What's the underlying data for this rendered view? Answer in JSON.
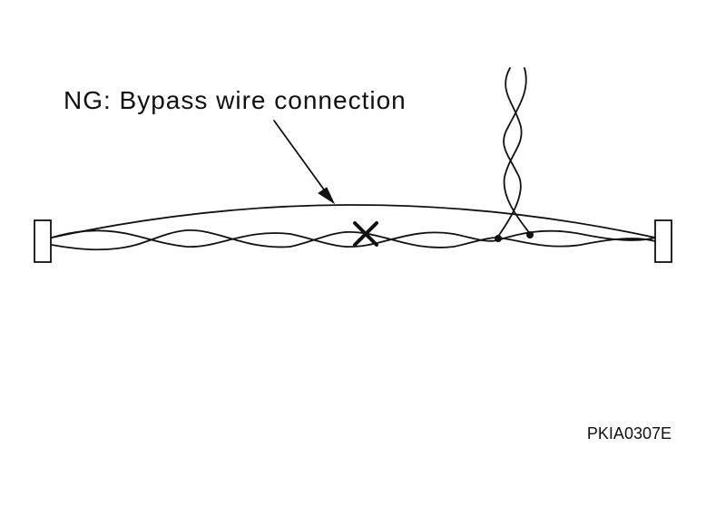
{
  "diagram": {
    "callout_text": "NG: Bypass wire connection",
    "figure_code": "PKIA0307E",
    "ng_mark": "cross-mark",
    "colors": {
      "line": "#111111",
      "background": "#ffffff"
    },
    "icons": [
      "connector-left",
      "connector-right",
      "twisted-pair",
      "bypass-wire",
      "splice-dot",
      "cross-mark",
      "leader-arrow"
    ]
  }
}
